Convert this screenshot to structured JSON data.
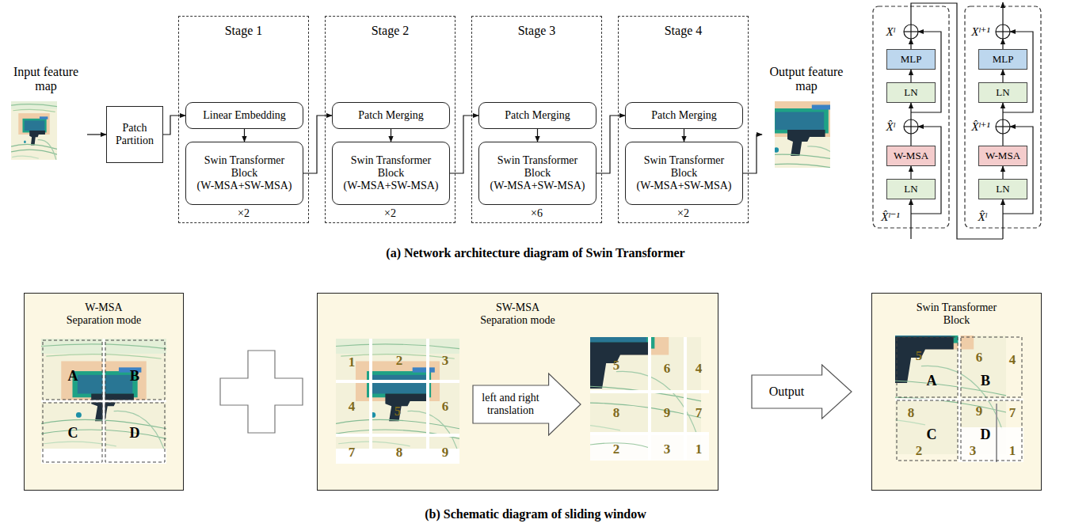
{
  "diagram": {
    "nodes": [
      {
        "text": [
          "Input feature map"
        ]
      },
      {
        "text": [
          "Patch Partition"
        ]
      },
      {
        "text": [
          "Stage 1",
          "×2"
        ]
      },
      {
        "text": [
          "Linear Embedding"
        ],
        "in": 2
      },
      {
        "text": [
          "Swin Transformer Block",
          "(W-MSA+SW-MSA)"
        ],
        "in": 2
      },
      {
        "text": [
          "Stage 2",
          "×2"
        ]
      },
      {
        "text": [
          "Patch Merging"
        ],
        "in": 5
      },
      {
        "text": [
          "Swin Transformer Block",
          "(W-MSA+SW-MSA)"
        ],
        "in": 5
      },
      {
        "text": [
          "Stage 3",
          "×6"
        ]
      },
      {
        "text": [
          "Patch Merging"
        ],
        "in": 8
      },
      {
        "text": [
          "Swin Transformer Block",
          "(W-MSA+SW-MSA)"
        ],
        "in": 8
      },
      {
        "text": [
          "Stage 4",
          "×2"
        ]
      },
      {
        "text": [
          "Patch Merging"
        ],
        "in": 11
      },
      {
        "text": [
          "Swin Transformer Block",
          "(W-MSA+SW-MSA)"
        ],
        "in": 11
      },
      {
        "text": [
          "Output feature map"
        ]
      },
      {
        "text": [
          "MLP"
        ]
      },
      {
        "text": [
          "LN"
        ]
      },
      {
        "text": [
          "W-MSA"
        ]
      },
      {
        "text": [
          "LN"
        ]
      },
      {
        "text": [
          "MLP"
        ]
      },
      {
        "text": [
          "LN"
        ]
      },
      {
        "text": [
          "W-MSA"
        ]
      },
      {
        "text": [
          "LN"
        ]
      },
      {
        "text": [
          "W-MSA Separation mode"
        ]
      },
      {
        "text": [
          "SW-MSA Separation mode"
        ]
      },
      {
        "text": [
          "left and right translation"
        ],
        "in": 24
      },
      {
        "text": [
          "Output"
        ]
      },
      {
        "text": [
          "Swin Transformer Block"
        ]
      }
    ],
    "edges": [
      {
        "from": 0,
        "to": 1,
        "arrow": "to"
      },
      {
        "from": 1,
        "to": 3,
        "arrow": "to"
      },
      {
        "from": 3,
        "to": 4,
        "arrow": "to"
      },
      {
        "from": 4,
        "to": 6,
        "arrow": "to"
      },
      {
        "from": 6,
        "to": 7,
        "arrow": "to"
      },
      {
        "from": 7,
        "to": 9,
        "arrow": "to"
      },
      {
        "from": 9,
        "to": 10,
        "arrow": "to"
      },
      {
        "from": 10,
        "to": 12,
        "arrow": "to"
      },
      {
        "from": 12,
        "to": 13,
        "arrow": "to"
      },
      {
        "from": 13,
        "to": 14,
        "arrow": "to"
      },
      {
        "from": 18,
        "to": 17,
        "arrow": "to"
      },
      {
        "from": 17,
        "to": 16,
        "arrow": "to"
      },
      {
        "from": 16,
        "to": 15,
        "arrow": "to"
      },
      {
        "from": 22,
        "to": 21,
        "arrow": "to"
      },
      {
        "from": 21,
        "to": 20,
        "arrow": "to"
      },
      {
        "from": 20,
        "to": 19,
        "arrow": "to"
      }
    ],
    "labels": [
      "Xˡ",
      "X̂ˡ",
      "X̂ˡ⁻¹",
      "Xˡ⁺¹",
      "X̂ˡ⁺¹",
      "X̂ˡ",
      "(a) Network architecture diagram of Swin Transformer",
      "A",
      "B",
      "C",
      "D",
      "1",
      "2",
      "3",
      "4",
      "5",
      "6",
      "7",
      "8",
      "9",
      "5",
      "6",
      "4",
      "8",
      "9",
      "7",
      "2",
      "3",
      "1",
      "5",
      "A",
      "6",
      "B",
      "4",
      "8",
      "9",
      "7",
      "C",
      "D",
      "2",
      "3",
      "1",
      "(b) Schematic diagram of sliding window"
    ]
  }
}
